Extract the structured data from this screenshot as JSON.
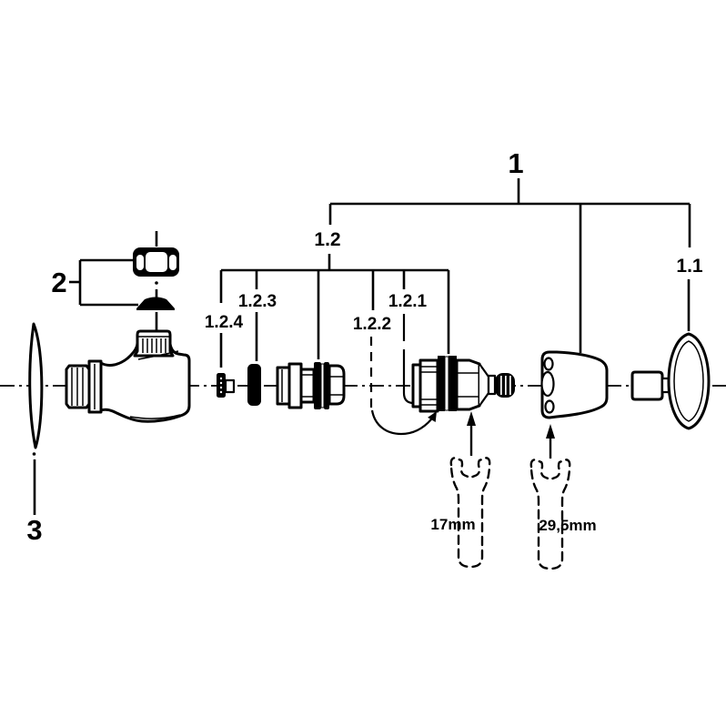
{
  "page": {
    "background_color": "#ffffff",
    "line_color": "#000000"
  },
  "labels": {
    "part_1": "1",
    "part_1_1": "1.1",
    "part_1_2": "1.2",
    "part_1_2_1": "1.2.1",
    "part_1_2_2": "1.2.2",
    "part_1_2_3": "1.2.3",
    "part_1_2_4": "1.2.4",
    "part_2": "2",
    "part_3": "3"
  },
  "annotations": {
    "wrench_small": "17mm",
    "wrench_large": "29,5mm"
  }
}
